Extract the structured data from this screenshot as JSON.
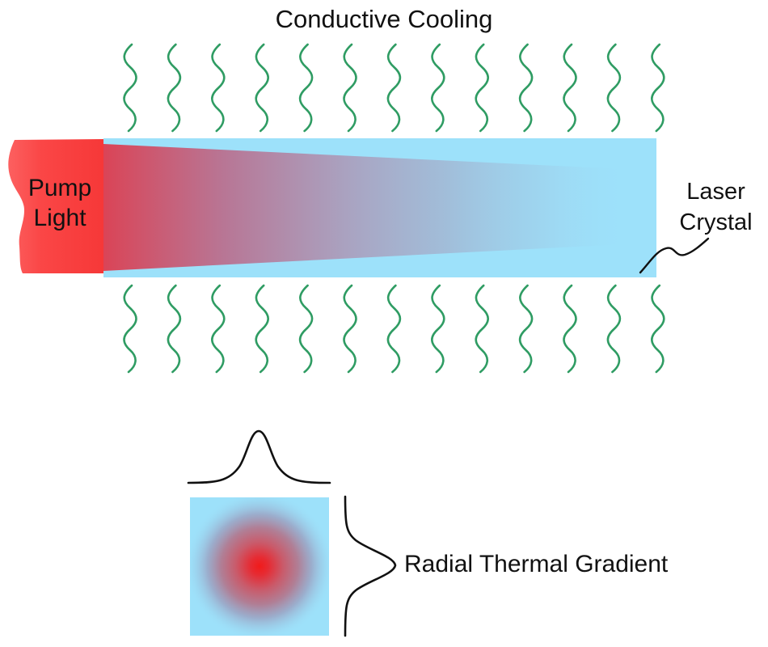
{
  "diagram": {
    "title": "Conductive Cooling",
    "pump_light_label": "Pump Light",
    "laser_crystal_label": "Laser Crystal",
    "radial_gradient_label": "Radial Thermal Gradient",
    "cooling_waves": {
      "count_top": 13,
      "count_bottom": 13
    },
    "colors": {
      "crystal_blue": "#9DE1FA",
      "pump_red": "#F94040",
      "hot_core_red": "#F11B1B",
      "cooling_wave_green": "#2F9C63",
      "curve_stroke": "#111111"
    }
  }
}
